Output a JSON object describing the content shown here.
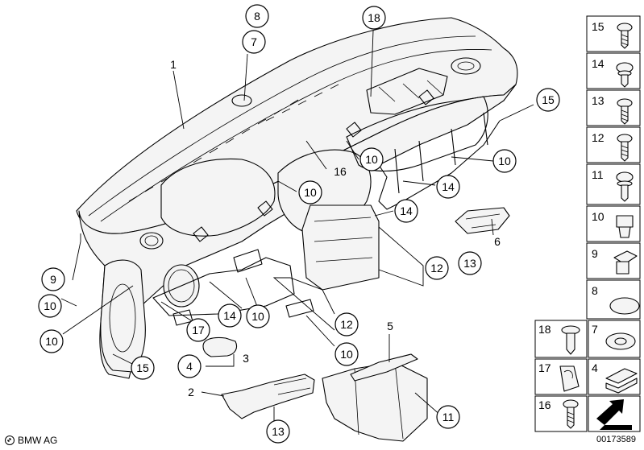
{
  "callouts": [
    {
      "id": "c8",
      "label": "8"
    },
    {
      "id": "c7",
      "label": "7"
    },
    {
      "id": "c18",
      "label": "18"
    },
    {
      "id": "c1",
      "label": "1"
    },
    {
      "id": "c15a",
      "label": "15"
    },
    {
      "id": "c10a",
      "label": "10"
    },
    {
      "id": "c16",
      "label": "16"
    },
    {
      "id": "c10b",
      "label": "10"
    },
    {
      "id": "c10c",
      "label": "10"
    },
    {
      "id": "c14a",
      "label": "14"
    },
    {
      "id": "c14b",
      "label": "14"
    },
    {
      "id": "c6",
      "label": "6"
    },
    {
      "id": "c13a",
      "label": "13"
    },
    {
      "id": "c12a",
      "label": "12"
    },
    {
      "id": "c9",
      "label": "9"
    },
    {
      "id": "c10d",
      "label": "10"
    },
    {
      "id": "c10e",
      "label": "10"
    },
    {
      "id": "c14c",
      "label": "14"
    },
    {
      "id": "c10f",
      "label": "10"
    },
    {
      "id": "c17",
      "label": "17"
    },
    {
      "id": "c12b",
      "label": "12"
    },
    {
      "id": "c15b",
      "label": "15"
    },
    {
      "id": "c4",
      "label": "4"
    },
    {
      "id": "c3",
      "label": "3"
    },
    {
      "id": "c10g",
      "label": "10"
    },
    {
      "id": "c5",
      "label": "5"
    },
    {
      "id": "c2",
      "label": "2"
    },
    {
      "id": "c13b",
      "label": "13"
    },
    {
      "id": "c11",
      "label": "11"
    }
  ],
  "side_panel": [
    {
      "label": "15",
      "icon": "torx-screw-icon"
    },
    {
      "label": "14",
      "icon": "flange-screw-icon"
    },
    {
      "label": "13",
      "icon": "torx-screw-icon"
    },
    {
      "label": "12",
      "icon": "torx-screw-icon"
    },
    {
      "label": "11",
      "icon": "flange-screw-icon"
    },
    {
      "label": "10",
      "icon": "clip-nut-icon"
    },
    {
      "label": "9",
      "icon": "spring-nut-icon"
    },
    {
      "label": "8",
      "icon": "cap-icon"
    }
  ],
  "bottom_grid": [
    {
      "label": "18",
      "icon": "expanding-rivet-icon"
    },
    {
      "label": "7",
      "icon": "grommet-icon"
    },
    {
      "label": "17",
      "icon": "cable-clip-icon"
    },
    {
      "label": "4",
      "icon": "clip-icon"
    },
    {
      "label": "16",
      "icon": "bolt-icon"
    },
    {
      "label": "",
      "icon": "arrow-icon"
    }
  ],
  "footer": {
    "brand": "BMW AG",
    "part_number": "00173589"
  }
}
